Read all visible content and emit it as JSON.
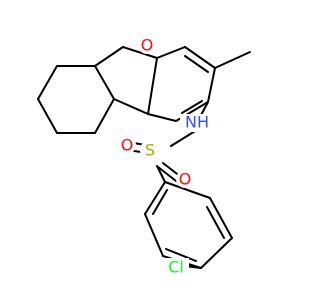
{
  "molecule": {
    "atoms": {
      "O": {
        "text": "O",
        "color": "#ff0d0d"
      },
      "N": {
        "text": "NH",
        "color": "#3050f8"
      },
      "S": {
        "text": "S",
        "color": "#b8a400"
      },
      "O1": {
        "text": "O",
        "color": "#ff0d0d"
      },
      "O2": {
        "text": "O",
        "color": "#ff0d0d"
      },
      "Cl": {
        "text": "Cl",
        "color": "#1ff01f"
      }
    }
  }
}
